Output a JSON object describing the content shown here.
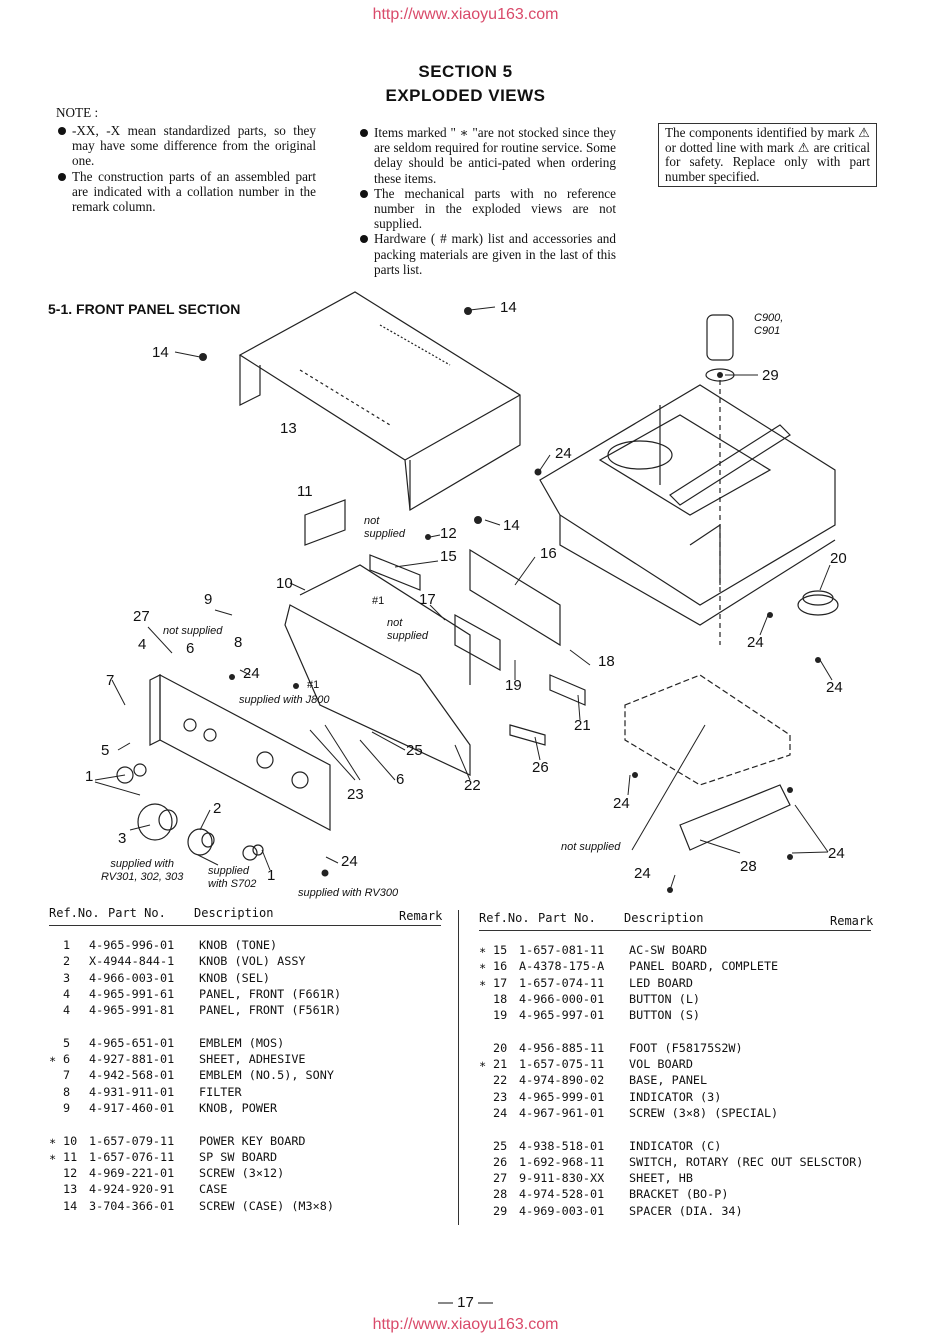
{
  "header_url": "http://www.xiaoyu163.com",
  "footer_url": "http://www.xiaoyu163.com",
  "section": {
    "line1": "SECTION  5",
    "line2": "EXPLODED VIEWS"
  },
  "notes": {
    "title": "NOTE :",
    "left": [
      "-XX,  -X mean standardized parts, so they may have some difference from the original one.",
      "The construction parts of an assembled part are indicated with a collation number in the remark column."
    ],
    "middle": [
      "Items marked \" ∗ \"are not stocked since they are seldom required for routine service. Some delay should be antici-pated when ordering these items.",
      "The mechanical parts with no reference number in the exploded views are not supplied.",
      "Hardware ( # mark) list and accessories and packing materials are given in the last of this parts list."
    ],
    "safety": "The components identified by mark ⚠ or dotted line with mark ⚠ are critical for safety. Replace only with part number specified."
  },
  "subsection_title": "5-1. FRONT PANEL SECTION",
  "diagram": {
    "labels": [
      "14",
      "14",
      "13",
      "24",
      "11",
      "12",
      "14",
      "15",
      "16",
      "10",
      "17",
      "9",
      "27",
      "8",
      "6",
      "4",
      "24",
      "7",
      "5",
      "1",
      "2",
      "3",
      "23",
      "6",
      "25",
      "22",
      "18",
      "19",
      "21",
      "26",
      "29",
      "20",
      "24",
      "24",
      "24",
      "24",
      "28",
      "24",
      "24",
      "1",
      "#1",
      "#1"
    ],
    "capacitor_label": "C900,\nC901",
    "notes": {
      "not_supplied_1": "not\nsupplied",
      "not_supplied_2": "not supplied",
      "not_supplied_3": "not\nsupplied",
      "not_supplied_4": "not supplied",
      "supplied_with_j800": "supplied with J800",
      "supplied_with_rv301": "supplied with\nRV301, 302, 303",
      "supplied_with_s702": "supplied\nwith S702",
      "supplied_with_rv300": "supplied with RV300"
    }
  },
  "table_headers": {
    "ref": "Ref.No.",
    "part": "Part No.",
    "desc": "Description",
    "remark": "Remark"
  },
  "parts_left": [
    [
      {
        "mk": "",
        "ref": "1",
        "pn": "4-965-996-01",
        "desc": "KNOB (TONE)"
      },
      {
        "mk": "",
        "ref": "2",
        "pn": "X-4944-844-1",
        "desc": "KNOB (VOL) ASSY"
      },
      {
        "mk": "",
        "ref": "3",
        "pn": "4-966-003-01",
        "desc": "KNOB (SEL)"
      },
      {
        "mk": "",
        "ref": "4",
        "pn": "4-965-991-61",
        "desc": "PANEL, FRONT (F661R)"
      },
      {
        "mk": "",
        "ref": "4",
        "pn": "4-965-991-81",
        "desc": "PANEL, FRONT (F561R)"
      }
    ],
    [
      {
        "mk": "",
        "ref": "5",
        "pn": "4-965-651-01",
        "desc": "EMBLEM (MOS)"
      },
      {
        "mk": "∗",
        "ref": "6",
        "pn": "4-927-881-01",
        "desc": "SHEET, ADHESIVE"
      },
      {
        "mk": "",
        "ref": "7",
        "pn": "4-942-568-01",
        "desc": "EMBLEM (NO.5), SONY"
      },
      {
        "mk": "",
        "ref": "8",
        "pn": "4-931-911-01",
        "desc": "FILTER"
      },
      {
        "mk": "",
        "ref": "9",
        "pn": "4-917-460-01",
        "desc": "KNOB, POWER"
      }
    ],
    [
      {
        "mk": "∗",
        "ref": "10",
        "pn": "1-657-079-11",
        "desc": "POWER KEY BOARD"
      },
      {
        "mk": "∗",
        "ref": "11",
        "pn": "1-657-076-11",
        "desc": "SP SW BOARD"
      },
      {
        "mk": "",
        "ref": "12",
        "pn": "4-969-221-01",
        "desc": "SCREW (3×12)"
      },
      {
        "mk": "",
        "ref": "13",
        "pn": "4-924-920-91",
        "desc": "CASE"
      },
      {
        "mk": "",
        "ref": "14",
        "pn": "3-704-366-01",
        "desc": "SCREW (CASE) (M3×8)"
      }
    ]
  ],
  "parts_right": [
    [
      {
        "mk": "∗",
        "ref": "15",
        "pn": "1-657-081-11",
        "desc": "AC-SW BOARD"
      },
      {
        "mk": "∗",
        "ref": "16",
        "pn": "A-4378-175-A",
        "desc": "PANEL BOARD, COMPLETE"
      },
      {
        "mk": "∗",
        "ref": "17",
        "pn": "1-657-074-11",
        "desc": "LED BOARD"
      },
      {
        "mk": "",
        "ref": "18",
        "pn": "4-966-000-01",
        "desc": "BUTTON (L)"
      },
      {
        "mk": "",
        "ref": "19",
        "pn": "4-965-997-01",
        "desc": "BUTTON (S)"
      }
    ],
    [
      {
        "mk": "",
        "ref": "20",
        "pn": "4-956-885-11",
        "desc": "FOOT (F58175S2W)"
      },
      {
        "mk": "∗",
        "ref": "21",
        "pn": "1-657-075-11",
        "desc": "VOL BOARD"
      },
      {
        "mk": "",
        "ref": "22",
        "pn": "4-974-890-02",
        "desc": "BASE, PANEL"
      },
      {
        "mk": "",
        "ref": "23",
        "pn": "4-965-999-01",
        "desc": "INDICATOR (3)"
      },
      {
        "mk": "",
        "ref": "24",
        "pn": "4-967-961-01",
        "desc": "SCREW (3×8) (SPECIAL)"
      }
    ],
    [
      {
        "mk": "",
        "ref": "25",
        "pn": "4-938-518-01",
        "desc": "INDICATOR (C)"
      },
      {
        "mk": "",
        "ref": "26",
        "pn": "1-692-968-11",
        "desc": "SWITCH, ROTARY (REC OUT SELSCTOR)"
      },
      {
        "mk": "",
        "ref": "27",
        "pn": "9-911-830-XX",
        "desc": "SHEET, HB"
      },
      {
        "mk": "",
        "ref": "28",
        "pn": "4-974-528-01",
        "desc": "BRACKET (BO-P)"
      },
      {
        "mk": "",
        "ref": "29",
        "pn": "4-969-003-01",
        "desc": "SPACER (DIA. 34)"
      }
    ]
  ],
  "page_number": "— 17 —"
}
